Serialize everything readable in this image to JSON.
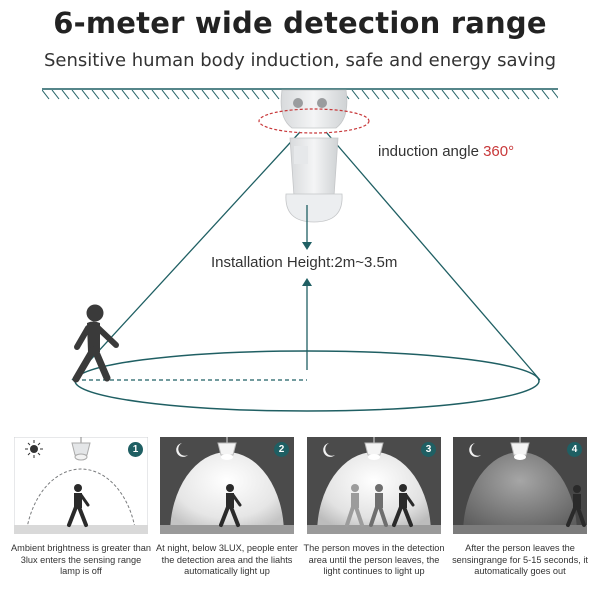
{
  "header": {
    "title": "6-meter wide detection range",
    "subtitle": "Sensitive human body induction, safe and energy saving"
  },
  "diagram": {
    "angle_label": "induction angle ",
    "angle_value": "360°",
    "height_label": "Installation Height:2m~3.5m"
  },
  "steps": [
    {
      "number": "1",
      "caption": "Ambient brightness is greater than 3lux enters the sensing range lamp is off"
    },
    {
      "number": "2",
      "caption": "At night, below 3LUX, people enter the detection area and the liahts automatically light up"
    },
    {
      "number": "3",
      "caption": "The person moves in the detection area until the person leaves, the light continues to light up"
    },
    {
      "number": "4",
      "caption": "After the person leaves the sensingrange for 5-15 seconds, it automatically goes out"
    }
  ],
  "colors": {
    "accent_teal": "#1f5f63",
    "angle_red": "#c8383a"
  }
}
